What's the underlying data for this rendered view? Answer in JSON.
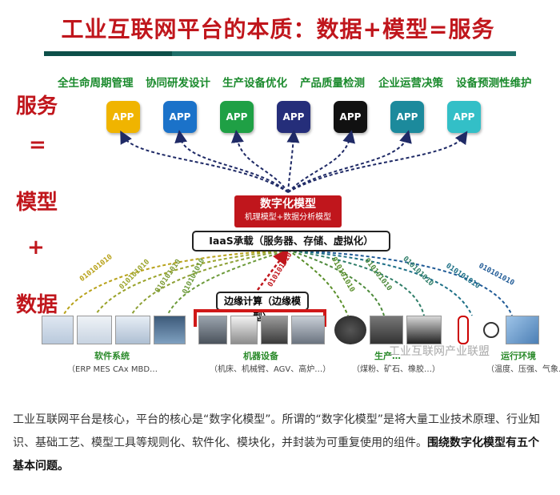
{
  "title": "工业互联网平台的本质：数据+模型=服务",
  "side_labels": {
    "service": "服务",
    "equals": "=",
    "model": "模型",
    "plus": "+",
    "data": "数据"
  },
  "apps": [
    {
      "label": "全生命周期管理",
      "text": "APP",
      "color": "#f0b400"
    },
    {
      "label": "协同研发设计",
      "text": "APP",
      "color": "#1b72c9"
    },
    {
      "label": "生产设备优化",
      "text": "APP",
      "color": "#1fa045"
    },
    {
      "label": "产品质量检测",
      "text": "APP",
      "color": "#252e7a"
    },
    {
      "label": "企业运营决策",
      "text": "APP",
      "color": "#111111"
    },
    {
      "label": "设备预测性维护",
      "text": "APP",
      "color": "#1c8a9c"
    },
    {
      "label": "",
      "text": "APP",
      "color": "#33bfc7"
    }
  ],
  "core": {
    "title": "数字化模型",
    "subtitle": "机理模型+数据分析模型"
  },
  "iaas": "IaaS承载（服务器、存储、虚拟化）",
  "edge": "边缘计算（边缘模型）",
  "binary": "010101010",
  "categories": [
    {
      "name": "软件系统",
      "sub": "（ERP MES CAx MBD…"
    },
    {
      "name": "机器设备",
      "sub": "（机床、机械臂、AGV、高炉…）"
    },
    {
      "name": "生产…",
      "sub": "（煤粉、矿石、橡胶…）"
    },
    {
      "name": "运行环境",
      "sub": "（温度、压强、气象…"
    }
  ],
  "watermark": "工业互联网产业联盟",
  "paragraph": {
    "text": "工业互联网平台是核心，平台的核心是“数字化模型”。所谓的“数字化模型”是将大量工业技术原理、行业知识、基础工艺、模型工具等规则化、软件化、模块化，并封装为可重复使用的组件。",
    "bold": "围绕数字化模型有五个基本问题。"
  }
}
